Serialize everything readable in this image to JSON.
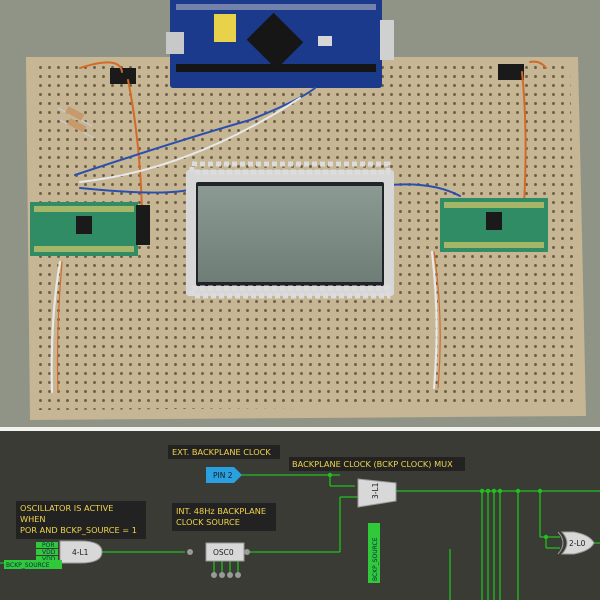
{
  "photo": {
    "description_free": true,
    "board_color": "#c9b995",
    "background_color": "#8f9487"
  },
  "schematic": {
    "labels": {
      "ext_clock": "EXT. BACKPLANE CLOCK",
      "mux": "BACKPLANE CLOCK (BCKP CLOCK) MUX",
      "osc_line1": "OSCILLATOR IS ACTIVE",
      "osc_line2": "WHEN",
      "osc_line3": "POR AND BCKP_SOURCE = 1",
      "int_line1": "INT. 48Hz BACKPLANE",
      "int_line2": "CLOCK SOURCE"
    },
    "blocks": {
      "pin": "PIN 2",
      "osc": "OSC0",
      "and_gate": "4-L1",
      "mux_gate": "3-L1",
      "xor_gate": "2-L0"
    },
    "bus_labels": {
      "bckp_source_left": "BCKP_SOURCE",
      "bckp_source_vertical": "BCKP_SOURCE",
      "in_a": "POR",
      "in_b": "VDD",
      "in_c": "VDD"
    },
    "colors": {
      "wire": "#20c020",
      "text": "#f2d44a",
      "gate": "#d8d8d8",
      "pin": "#29a0e0",
      "bus": "#2fc93a"
    }
  }
}
